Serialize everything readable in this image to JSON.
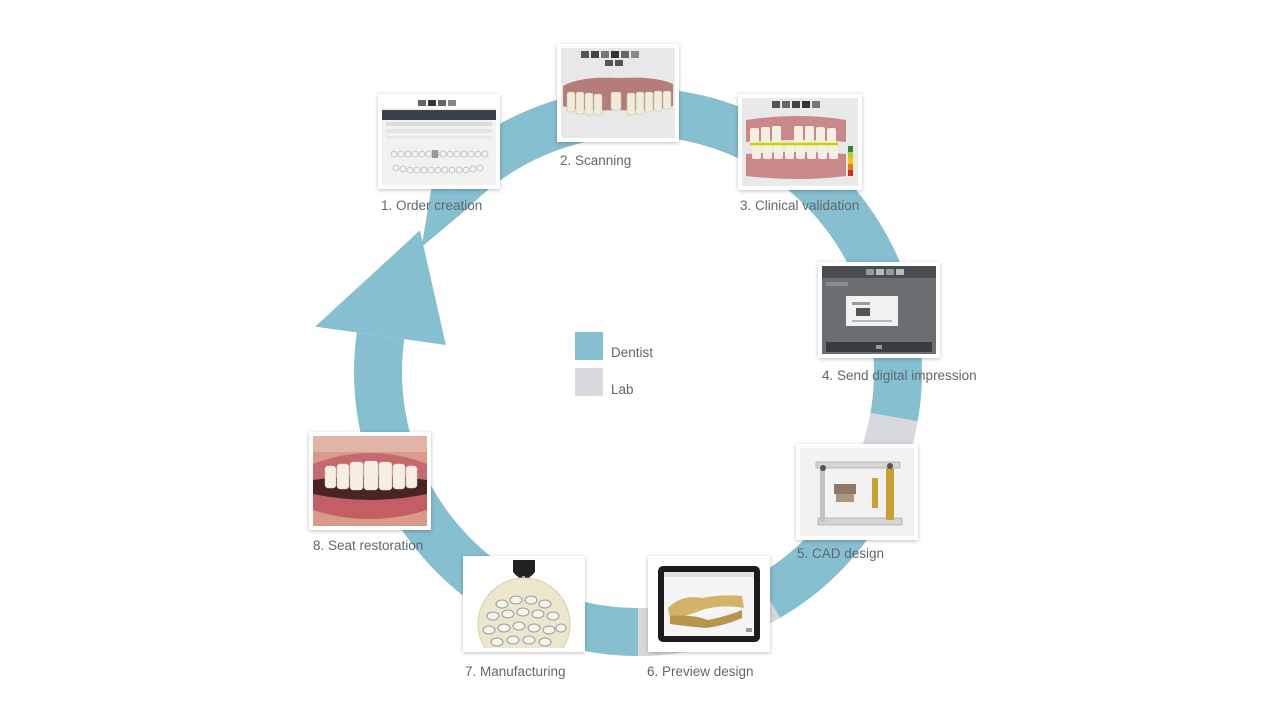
{
  "colors": {
    "dentist": "#86bfd0",
    "lab": "#d8d9dc",
    "caption": "#5f6770"
  },
  "legend": [
    {
      "label": "Dentist",
      "color": "#86bfd0"
    },
    {
      "label": "Lab",
      "color": "#d8d9dc"
    }
  ],
  "steps": [
    {
      "caption": "1. Order creation",
      "role": "dentist",
      "icon": "order-form-screenshot"
    },
    {
      "caption": "2. Scanning",
      "role": "dentist",
      "icon": "intraoral-scan-image"
    },
    {
      "caption": "3. Clinical validation",
      "role": "dentist",
      "icon": "bite-validation-image"
    },
    {
      "caption": "4. Send digital impression",
      "role": "dentist",
      "icon": "send-order-dialog-image"
    },
    {
      "caption": "5. CAD design",
      "role": "lab",
      "icon": "articulator-image"
    },
    {
      "caption": "6. Preview design",
      "role": "dentist",
      "icon": "tablet-preview-image"
    },
    {
      "caption": "7. Manufacturing",
      "role": "lab",
      "icon": "milling-disc-image"
    },
    {
      "caption": "8. Seat restoration",
      "role": "dentist",
      "icon": "smile-photo-image"
    }
  ]
}
